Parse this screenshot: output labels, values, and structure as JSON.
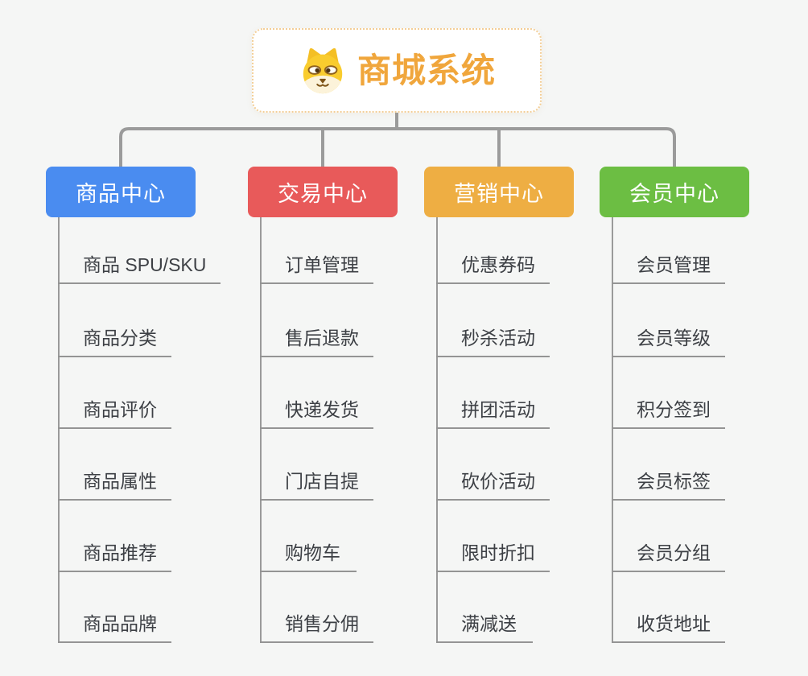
{
  "root": {
    "title": "商城系统",
    "icon": "doge-icon"
  },
  "branches": [
    {
      "label": "商品中心",
      "color": "#4A8CF0",
      "items": [
        "商品 SPU/SKU",
        "商品分类",
        "商品评价",
        "商品属性",
        "商品推荐",
        "商品品牌"
      ]
    },
    {
      "label": "交易中心",
      "color": "#E85A5A",
      "items": [
        "订单管理",
        "售后退款",
        "快递发货",
        "门店自提",
        "购物车",
        "销售分佣"
      ]
    },
    {
      "label": "营销中心",
      "color": "#EEAE43",
      "items": [
        "优惠券码",
        "秒杀活动",
        "拼团活动",
        "砍价活动",
        "限时折扣",
        "满减送"
      ]
    },
    {
      "label": "会员中心",
      "color": "#6CBE43",
      "items": [
        "会员管理",
        "会员等级",
        "积分签到",
        "会员标签",
        "会员分组",
        "收货地址"
      ]
    }
  ],
  "colors": {
    "background": "#F5F6F5",
    "connector": "#9B9B9B",
    "subline": "#9A9A9A",
    "underline": "#949494",
    "item_text": "#3D4045",
    "root_text": "#F0A63C",
    "root_border": "#F3CE96"
  }
}
